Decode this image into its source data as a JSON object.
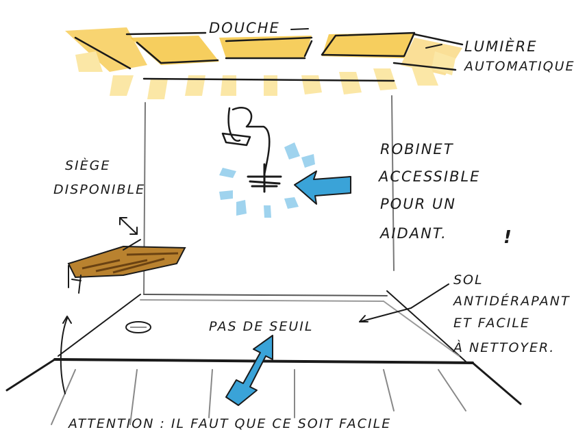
{
  "labels": {
    "shower": "DOUCHE",
    "light_line1": "LUMIÈRE",
    "light_line2": "AUTOMATIQUE",
    "seat_line1": "SIÈGE",
    "seat_line2": "DISPONIBLE",
    "tap_line1": "ROBINET",
    "tap_line2": "ACCESSIBLE",
    "tap_line3": "POUR UN",
    "tap_line4": "AIDANT.",
    "exclamation": "!",
    "floor_line1": "SOL",
    "floor_line2": "ANTIDÉRAPANT",
    "floor_line3": "ET FACILE",
    "floor_line4": "À NETTOYER.",
    "threshold": "PAS DE SEUIL",
    "warning": "ATTENTION : IL FAUT QUE CE SOIT FACILE"
  },
  "colors": {
    "light": "#f5c542",
    "light_glow": "#fbe7a6",
    "water": "#9fd3ee",
    "arrow": "#3aa3d8",
    "seat_wood": "#b9822f",
    "ink": "#1a1a1a"
  }
}
